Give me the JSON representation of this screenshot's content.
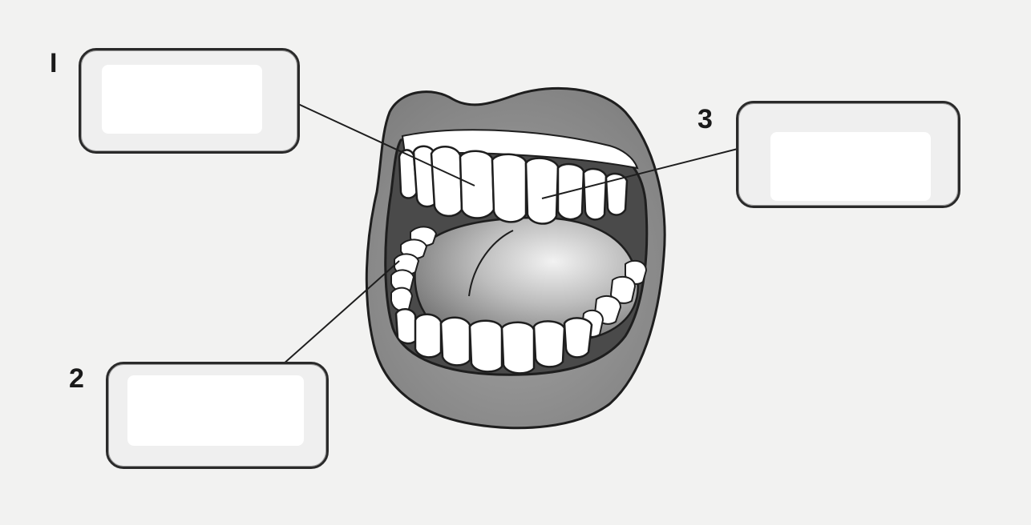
{
  "labels": [
    {
      "number": "I",
      "answer": ""
    },
    {
      "number": "2",
      "answer": ""
    },
    {
      "number": "3",
      "answer": ""
    }
  ],
  "colors": {
    "lip": "#8d8d8d",
    "outline": "#1e1e1e",
    "tooth": "#ffffff",
    "tongue": "#a9a9a9",
    "background": "#f2f2f1"
  }
}
